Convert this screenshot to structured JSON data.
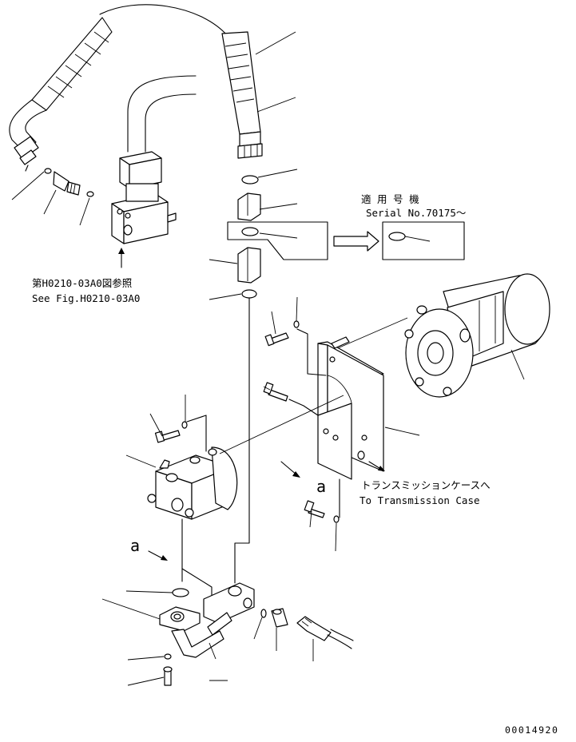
{
  "applicable_box": {
    "jp_label": "適 用 号 機",
    "serial_label": "Serial No.70175～"
  },
  "reference": {
    "jp": "第H0210-03A0図参照",
    "en": "See Fig.H0210-03A0"
  },
  "destination": {
    "jp": "トランスミッションケースへ",
    "en": "To Transmission Case"
  },
  "view_marker": "a",
  "drawing_number": "00014920"
}
